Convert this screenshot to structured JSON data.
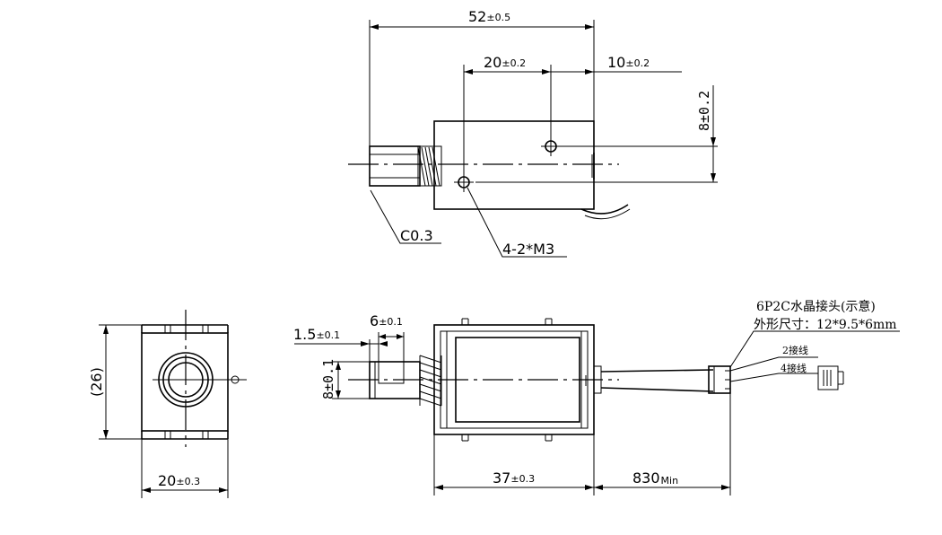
{
  "top_view": {
    "dim_overall": "52",
    "dim_overall_tol": "±0.5",
    "dim_hole_spacing": "20",
    "dim_hole_spacing_tol": "±0.2",
    "dim_hole_edge": "10",
    "dim_hole_edge_tol": "±0.2",
    "dim_hole_vertical": "8±0.2",
    "chamfer_label": "C0.3",
    "thread_label": "4-2*M3"
  },
  "end_view": {
    "dim_height": "(26)",
    "dim_width": "20",
    "dim_width_tol": "±0.3"
  },
  "side_view": {
    "dim_plunger_offset": "1.5",
    "dim_plunger_offset_tol": "±0.1",
    "dim_slot": "6",
    "dim_slot_tol": "±0.1",
    "dim_plunger_dia": "8±0.1",
    "dim_body": "37",
    "dim_body_tol": "±0.3",
    "dim_lead": "830",
    "dim_lead_suffix": "Min",
    "connector_title": "6P2C水晶接头(示意)",
    "connector_size": "外形尺寸：12*9.5*6mm",
    "wire_2": "2接线",
    "wire_4": "4接线"
  }
}
